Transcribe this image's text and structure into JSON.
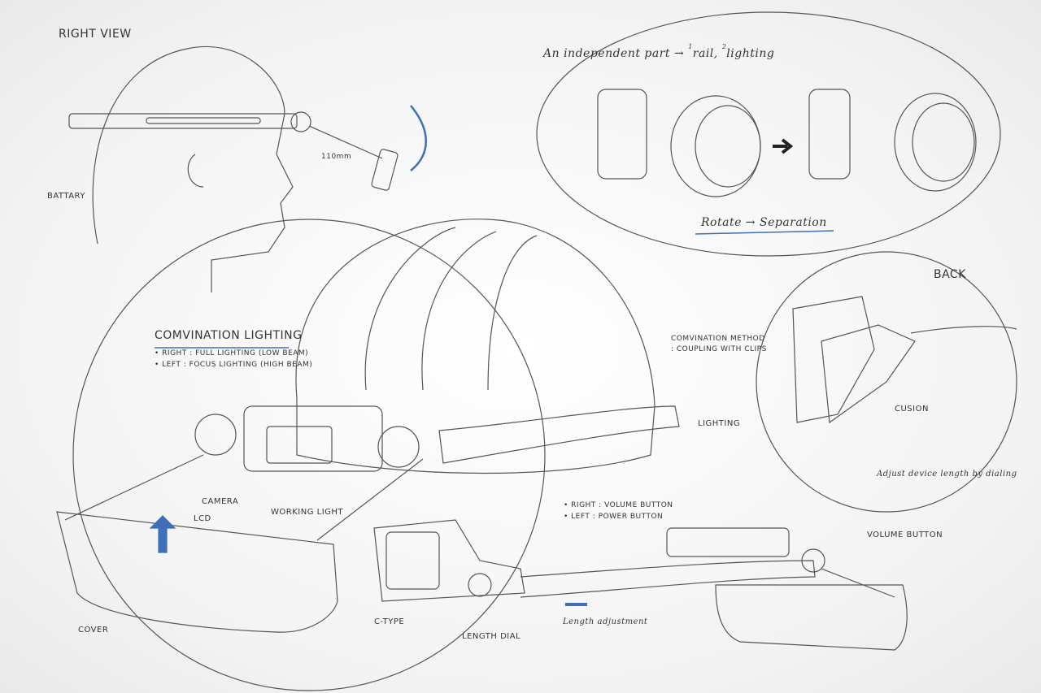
{
  "right_view": {
    "title": "RIGHT VIEW",
    "battery": "BATTARY",
    "distance": "110mm"
  },
  "independent_part": {
    "title_prefix": "An independent part →",
    "item1_num": "1",
    "item1": "rail,",
    "item2_num": "2",
    "item2": "lighting",
    "caption": "Rotate → Separation"
  },
  "back": {
    "title": "BACK",
    "cushion": "CUSION",
    "adjust": "Adjust device length by dialing"
  },
  "combination_lighting": {
    "title": "COMVINATION LIGHTING",
    "right": "• RIGHT : FULL LIGHTING (LOW BEAM)",
    "left": "• LEFT : FOCUS LIGHTING (HIGH BEAM)"
  },
  "combination_method": {
    "line1": "COMVINATION METHOD",
    "line2": ": COUPLING WITH CLIPS"
  },
  "labels": {
    "lighting": "LIGHTING",
    "camera": "CAMERA",
    "lcd": "LCD",
    "working_light": "WORKING LIGHT",
    "buttons_right": "• RIGHT : VOLUME BUTTON",
    "buttons_left": "• LEFT : POWER BUTTON",
    "volume_button": "VOLUME BUTTON",
    "c_type": "C-TYPE",
    "length_dial": "LENGTH DIAL",
    "length_adjustment": "Length adjustment",
    "cover": "COVER"
  },
  "colors": {
    "accent": "#3f6fb8",
    "ink": "#2a2a2a"
  }
}
